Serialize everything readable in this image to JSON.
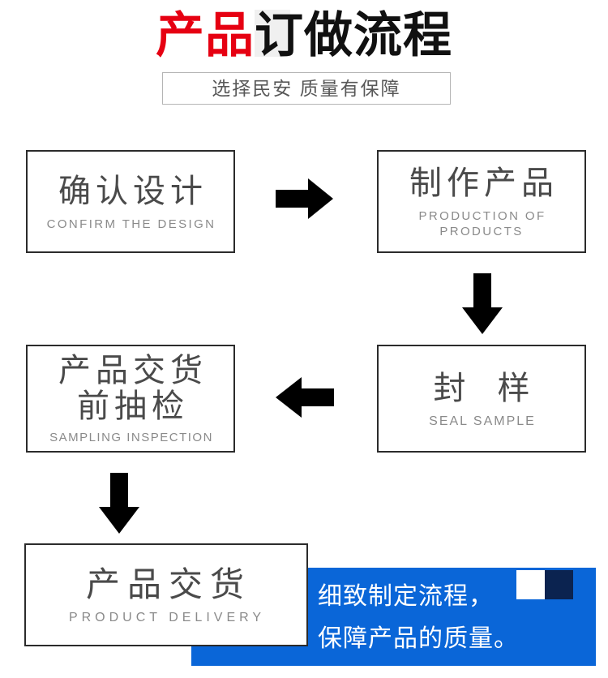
{
  "header": {
    "title_red": "产品",
    "title_black": "订做流程",
    "subtitle": "选择民安 质量有保障"
  },
  "flow": {
    "steps": [
      {
        "id": "confirm-design",
        "cn": "确认设计",
        "en": "CONFIRM THE DESIGN"
      },
      {
        "id": "production-of-products",
        "cn": "制作产品",
        "en": "PRODUCTION OF PRODUCTS"
      },
      {
        "id": "seal-sample",
        "cn": "封 样",
        "en": "SEAL SAMPLE"
      },
      {
        "id": "sampling-inspection",
        "cn_line1": "产品交货",
        "cn_line2": "前抽检",
        "en": "SAMPLING INSPECTION"
      },
      {
        "id": "product-delivery",
        "cn": "产品交货",
        "en": "PRODUCT DELIVERY"
      }
    ],
    "arrows": [
      {
        "id": "arrow-right-top",
        "direction": "right"
      },
      {
        "id": "arrow-down-right",
        "direction": "down"
      },
      {
        "id": "arrow-left-mid",
        "direction": "left"
      },
      {
        "id": "arrow-down-left",
        "direction": "down"
      }
    ]
  },
  "banner": {
    "line1": "细致制定流程，",
    "line2": "保障产品的质量。",
    "background_color": "#0a66d8",
    "swatch_white": "#ffffff",
    "swatch_navy": "#0b2350"
  },
  "colors": {
    "title_red": "#e60012",
    "title_black": "#111111",
    "box_border": "#2b2b2b",
    "box_cn_text": "#4a4a4a",
    "box_en_text": "#8a8a8a",
    "arrow": "#000000"
  }
}
